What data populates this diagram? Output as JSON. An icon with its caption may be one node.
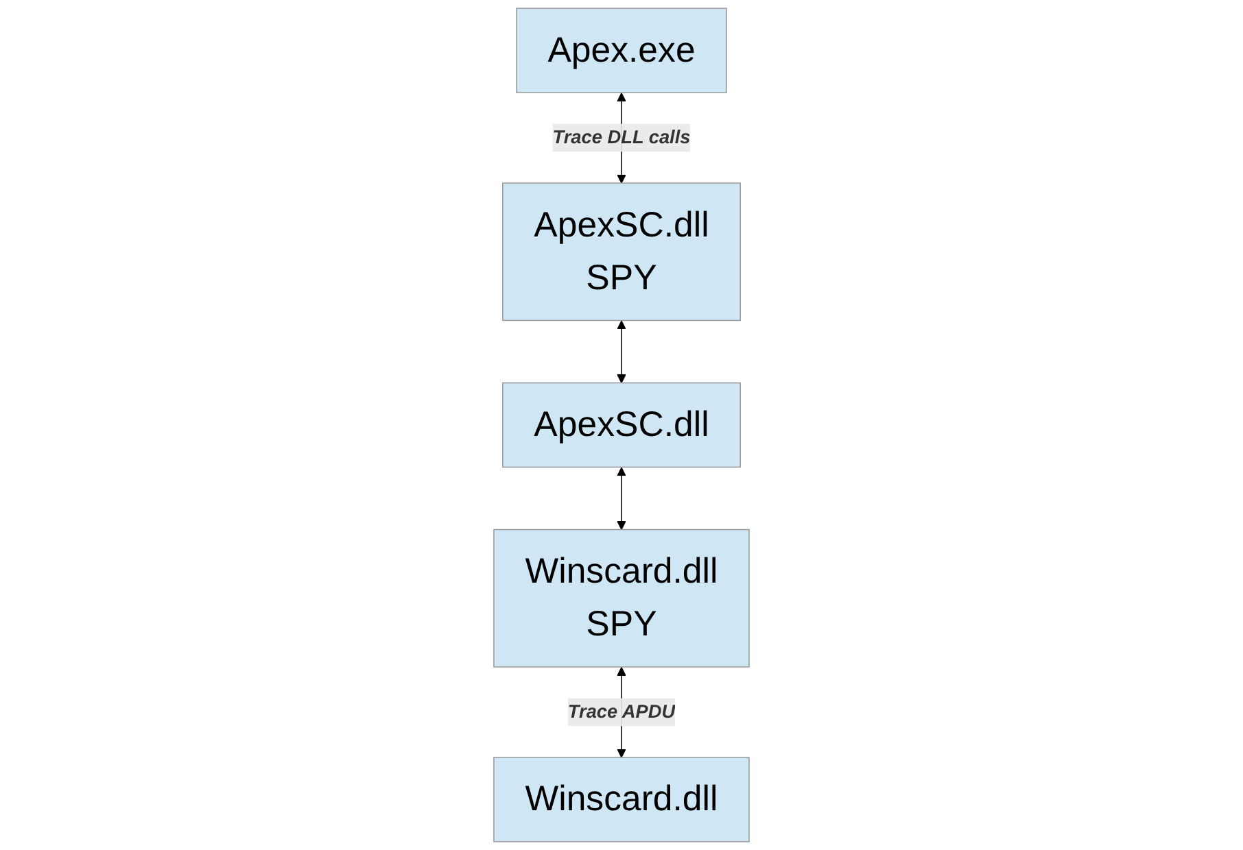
{
  "diagram": {
    "nodes": [
      {
        "text": [
          "Apex.exe"
        ]
      },
      {
        "text": [
          "ApexSC.dll",
          "SPY"
        ]
      },
      {
        "text": [
          "ApexSC.dll"
        ]
      },
      {
        "text": [
          "Winscard.dll",
          "SPY"
        ]
      },
      {
        "text": [
          "Winscard.dll"
        ]
      }
    ],
    "edges": [
      {
        "from": 0,
        "to": 1,
        "arrow": "both",
        "label": "Trace DLL calls"
      },
      {
        "from": 1,
        "to": 2,
        "arrow": "both"
      },
      {
        "from": 2,
        "to": 3,
        "arrow": "both"
      },
      {
        "from": 3,
        "to": 4,
        "arrow": "both",
        "label": "Trace APDU"
      }
    ]
  }
}
